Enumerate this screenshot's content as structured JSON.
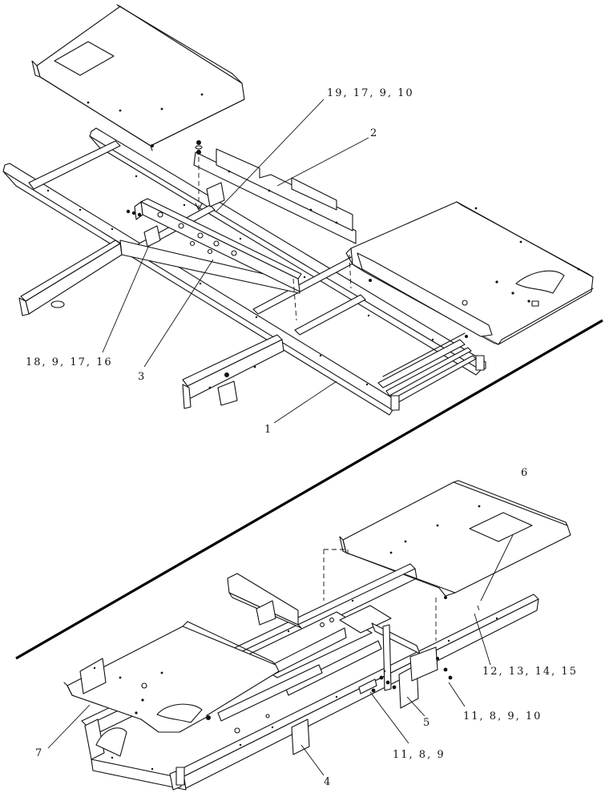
{
  "callouts": {
    "c1": "1",
    "c2": "2",
    "c3": "3",
    "c4": "4",
    "c5": "5",
    "c6": "6",
    "c7": "7",
    "c18": "18, 9, 17, 16",
    "c19": "19, 17, 9, 10",
    "c12": "12, 13, 14, 15",
    "c11a": "11, 8, 9, 10",
    "c11b": "11, 8, 9"
  }
}
